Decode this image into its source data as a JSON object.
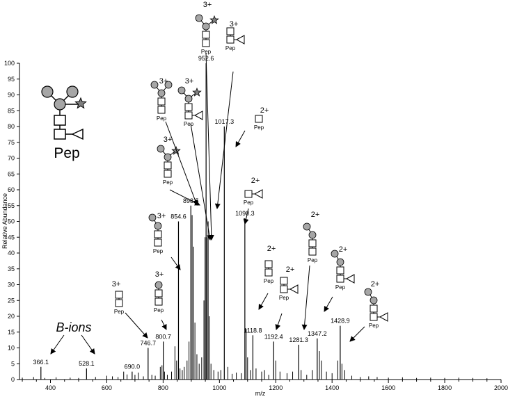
{
  "chart_data": {
    "type": "line",
    "xlabel": "m/z",
    "ylabel": "Relative Abundance",
    "xlim": [
      290,
      2000
    ],
    "ylim": [
      0,
      100
    ],
    "x_ticks": [
      "400",
      "600",
      "800",
      "1000",
      "1200",
      "1400",
      "1600",
      "1800",
      "2000"
    ],
    "y_ticks": [
      "0",
      "5",
      "10",
      "15",
      "20",
      "25",
      "30",
      "35",
      "40",
      "45",
      "50",
      "55",
      "60",
      "65",
      "70",
      "75",
      "80",
      "85",
      "90",
      "95",
      "100"
    ],
    "labeled_peaks": [
      {
        "mz": 366.1,
        "label": "366.1",
        "intensity": 4
      },
      {
        "mz": 528.1,
        "label": "528.1",
        "intensity": 3.5
      },
      {
        "mz": 690.0,
        "label": "690.0",
        "intensity": 2.5
      },
      {
        "mz": 746.7,
        "label": "746.7",
        "intensity": 10
      },
      {
        "mz": 800.7,
        "label": "800.7",
        "intensity": 12
      },
      {
        "mz": 854.6,
        "label": "854.6",
        "intensity": 50
      },
      {
        "mz": 898.5,
        "label": "898.5",
        "intensity": 55
      },
      {
        "mz": 952.6,
        "label": "952.6",
        "intensity": 100
      },
      {
        "mz": 1017.3,
        "label": "1017.3",
        "intensity": 80
      },
      {
        "mz": 1090.3,
        "label": "1090.3",
        "intensity": 51
      },
      {
        "mz": 1118.8,
        "label": "1118.8",
        "intensity": 14
      },
      {
        "mz": 1192.4,
        "label": "1192.4",
        "intensity": 12
      },
      {
        "mz": 1281.3,
        "label": "1281.3",
        "intensity": 11
      },
      {
        "mz": 1347.2,
        "label": "1347.2",
        "intensity": 13
      },
      {
        "mz": 1428.9,
        "label": "1428.9",
        "intensity": 17
      }
    ],
    "minor_peaks": [
      {
        "mz": 300,
        "intensity": 0.6
      },
      {
        "mz": 340,
        "intensity": 0.8
      },
      {
        "mz": 380,
        "intensity": 0.5
      },
      {
        "mz": 420,
        "intensity": 0.7
      },
      {
        "mz": 470,
        "intensity": 0.6
      },
      {
        "mz": 500,
        "intensity": 0.5
      },
      {
        "mz": 560,
        "intensity": 0.8
      },
      {
        "mz": 600,
        "intensity": 1.2
      },
      {
        "mz": 620,
        "intensity": 1.0
      },
      {
        "mz": 640,
        "intensity": 0.8
      },
      {
        "mz": 660,
        "intensity": 2.5
      },
      {
        "mz": 672,
        "intensity": 1.6
      },
      {
        "mz": 700,
        "intensity": 1.5
      },
      {
        "mz": 712,
        "intensity": 2.2
      },
      {
        "mz": 730,
        "intensity": 1.0
      },
      {
        "mz": 760,
        "intensity": 1.5
      },
      {
        "mz": 772,
        "intensity": 1.2
      },
      {
        "mz": 790,
        "intensity": 4.0
      },
      {
        "mz": 796,
        "intensity": 4.5
      },
      {
        "mz": 805,
        "intensity": 2.5
      },
      {
        "mz": 815,
        "intensity": 1.5
      },
      {
        "mz": 830,
        "intensity": 2.5
      },
      {
        "mz": 842,
        "intensity": 10.5
      },
      {
        "mz": 848,
        "intensity": 6
      },
      {
        "mz": 860,
        "intensity": 3.5
      },
      {
        "mz": 868,
        "intensity": 3.0
      },
      {
        "mz": 875,
        "intensity": 4.0
      },
      {
        "mz": 885,
        "intensity": 6.0
      },
      {
        "mz": 892,
        "intensity": 12.0
      },
      {
        "mz": 903,
        "intensity": 52.0
      },
      {
        "mz": 908,
        "intensity": 42.0
      },
      {
        "mz": 913,
        "intensity": 18.0
      },
      {
        "mz": 920,
        "intensity": 8.0
      },
      {
        "mz": 928,
        "intensity": 5.0
      },
      {
        "mz": 937,
        "intensity": 7.0
      },
      {
        "mz": 945,
        "intensity": 25.0
      },
      {
        "mz": 949,
        "intensity": 45.0
      },
      {
        "mz": 956,
        "intensity": 45.0
      },
      {
        "mz": 960,
        "intensity": 50.0
      },
      {
        "mz": 964,
        "intensity": 20.0
      },
      {
        "mz": 970,
        "intensity": 5.0
      },
      {
        "mz": 980,
        "intensity": 3.0
      },
      {
        "mz": 995,
        "intensity": 2.5
      },
      {
        "mz": 1005,
        "intensity": 3.0
      },
      {
        "mz": 1030,
        "intensity": 4.0
      },
      {
        "mz": 1045,
        "intensity": 1.8
      },
      {
        "mz": 1060,
        "intensity": 2.2
      },
      {
        "mz": 1078,
        "intensity": 2.0
      },
      {
        "mz": 1095,
        "intensity": 16.0
      },
      {
        "mz": 1100,
        "intensity": 7.0
      },
      {
        "mz": 1110,
        "intensity": 3.0
      },
      {
        "mz": 1130,
        "intensity": 3.5
      },
      {
        "mz": 1150,
        "intensity": 2.5
      },
      {
        "mz": 1160,
        "intensity": 3.0
      },
      {
        "mz": 1175,
        "intensity": 1.5
      },
      {
        "mz": 1200,
        "intensity": 6.0
      },
      {
        "mz": 1215,
        "intensity": 2.5
      },
      {
        "mz": 1240,
        "intensity": 2.0
      },
      {
        "mz": 1260,
        "intensity": 2.5
      },
      {
        "mz": 1290,
        "intensity": 3.0
      },
      {
        "mz": 1310,
        "intensity": 1.5
      },
      {
        "mz": 1330,
        "intensity": 3.0
      },
      {
        "mz": 1355,
        "intensity": 9.0
      },
      {
        "mz": 1362,
        "intensity": 6.0
      },
      {
        "mz": 1380,
        "intensity": 2.5
      },
      {
        "mz": 1400,
        "intensity": 2.0
      },
      {
        "mz": 1420,
        "intensity": 6.0
      },
      {
        "mz": 1435,
        "intensity": 5.0
      },
      {
        "mz": 1445,
        "intensity": 3.0
      },
      {
        "mz": 1470,
        "intensity": 1.2
      },
      {
        "mz": 1500,
        "intensity": 0.8
      },
      {
        "mz": 1530,
        "intensity": 1.0
      },
      {
        "mz": 1560,
        "intensity": 0.8
      },
      {
        "mz": 1600,
        "intensity": 0.6
      },
      {
        "mz": 1650,
        "intensity": 0.7
      },
      {
        "mz": 1700,
        "intensity": 0.5
      },
      {
        "mz": 1750,
        "intensity": 0.6
      },
      {
        "mz": 1800,
        "intensity": 0.5
      },
      {
        "mz": 1850,
        "intensity": 0.6
      },
      {
        "mz": 1900,
        "intensity": 0.5
      },
      {
        "mz": 1950,
        "intensity": 0.4
      }
    ]
  },
  "annotations": {
    "b_ions_label": "B-ions",
    "pep_label": "Pep",
    "charge_2": "2+",
    "charge_3": "3+"
  },
  "colors": {
    "axis": "#000000",
    "galactose_fill": "#a6a6a6",
    "sialic_acid_fill": "#7f7f7f",
    "background": "#ffffff"
  }
}
